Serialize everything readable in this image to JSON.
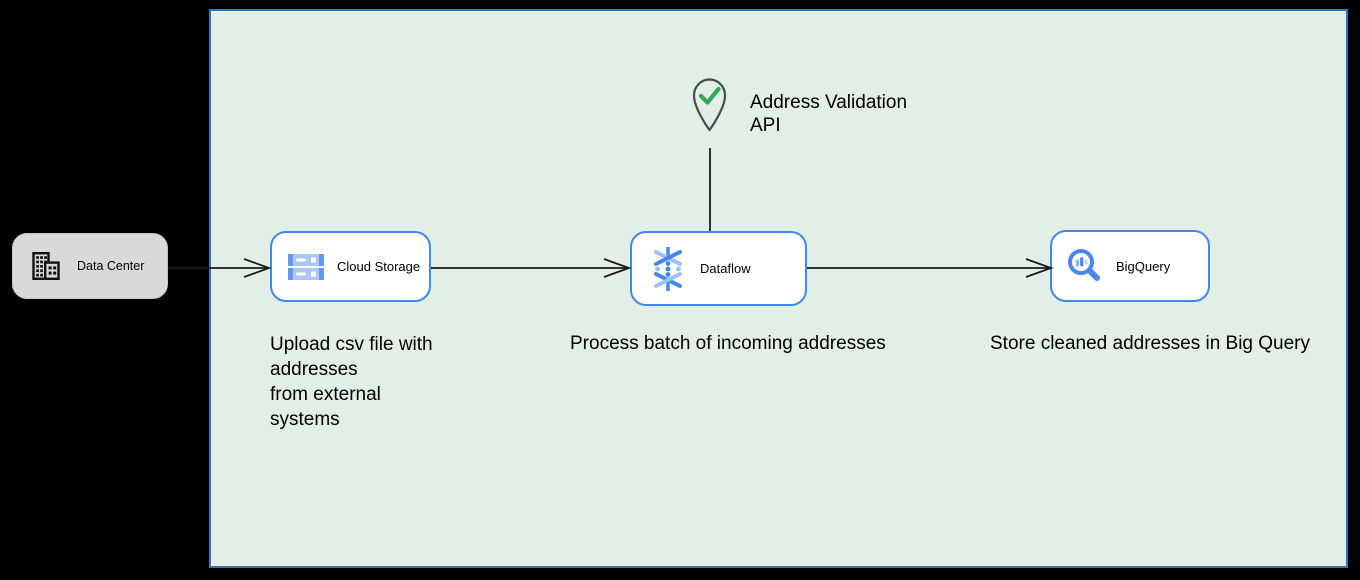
{
  "colors": {
    "canvas_bg": "#e2efe6",
    "canvas_border": "#2d74b8",
    "node_border_blue": "#4285f4",
    "node_bg": "#ffffff",
    "external_node_bg": "#d9d9d9",
    "connector": "#1a1a1a",
    "check_green": "#34a853",
    "pin_outline": "#474c4f",
    "icon_blue": "#4f86ec",
    "icon_blue_light": "#adc6f8"
  },
  "nodes": {
    "data_center": {
      "label": "Data Center",
      "icon": "building-icon"
    },
    "cloud_storage": {
      "label": "Cloud Storage",
      "icon": "cloud-storage-icon"
    },
    "dataflow": {
      "label": "Dataflow",
      "icon": "dataflow-icon"
    },
    "bigquery": {
      "label": "BigQuery",
      "icon": "bigquery-icon"
    }
  },
  "annotations": {
    "validation_api": {
      "lines": [
        "Address Validation",
        "API"
      ],
      "icon": "location-pin-check-icon"
    },
    "upload_note": {
      "lines": [
        "Upload csv file with",
        "addresses",
        "from external",
        "systems"
      ]
    },
    "process_note": "Process batch of incoming addresses",
    "store_note": "Store cleaned addresses in Big Query"
  }
}
